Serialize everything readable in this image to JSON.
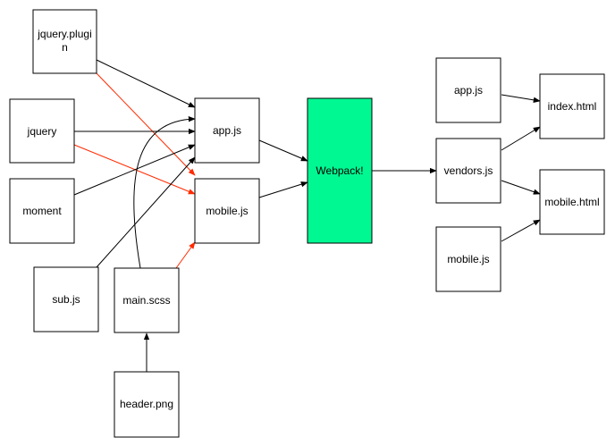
{
  "colors": {
    "node_fill": "#ffffff",
    "node_stroke": "#000000",
    "webpack_fill": "#00f892",
    "edge_black": "#000000",
    "edge_red": "#ff2a00"
  },
  "nodes": {
    "jquery_plugin": {
      "lines": [
        "jquery.plugi",
        "n"
      ]
    },
    "jquery": {
      "label": "jquery"
    },
    "moment": {
      "label": "moment"
    },
    "sub_js": {
      "label": "sub.js"
    },
    "main_scss": {
      "label": "main.scss"
    },
    "header_png": {
      "label": "header.png"
    },
    "app_js": {
      "label": "app.js"
    },
    "mobile_js": {
      "label": "mobile.js"
    },
    "webpack": {
      "label": "Webpack!"
    },
    "out_app_js": {
      "label": "app.js"
    },
    "vendors_js": {
      "label": "vendors.js"
    },
    "out_mobile_js": {
      "label": "mobile.js"
    },
    "index_html": {
      "label": "index.html"
    },
    "mobile_html": {
      "label": "mobile.html"
    }
  },
  "edges": [
    {
      "from": "jquery_plugin",
      "to": "app_js",
      "color": "black"
    },
    {
      "from": "jquery_plugin",
      "to": "mobile_js",
      "color": "red"
    },
    {
      "from": "jquery",
      "to": "app_js",
      "color": "black"
    },
    {
      "from": "jquery",
      "to": "mobile_js",
      "color": "red"
    },
    {
      "from": "moment",
      "to": "app_js",
      "color": "black"
    },
    {
      "from": "sub_js",
      "to": "app_js",
      "color": "black"
    },
    {
      "from": "main_scss",
      "to": "app_js",
      "color": "black"
    },
    {
      "from": "main_scss",
      "to": "mobile_js",
      "color": "red"
    },
    {
      "from": "header_png",
      "to": "main_scss",
      "color": "black"
    },
    {
      "from": "app_js",
      "to": "webpack",
      "color": "black"
    },
    {
      "from": "mobile_js",
      "to": "webpack",
      "color": "black"
    },
    {
      "from": "webpack",
      "to": "vendors_js",
      "color": "black"
    },
    {
      "from": "out_app_js",
      "to": "index_html",
      "color": "black"
    },
    {
      "from": "vendors_js",
      "to": "index_html",
      "color": "black"
    },
    {
      "from": "vendors_js",
      "to": "mobile_html",
      "color": "black"
    },
    {
      "from": "out_mobile_js",
      "to": "mobile_html",
      "color": "black"
    }
  ]
}
